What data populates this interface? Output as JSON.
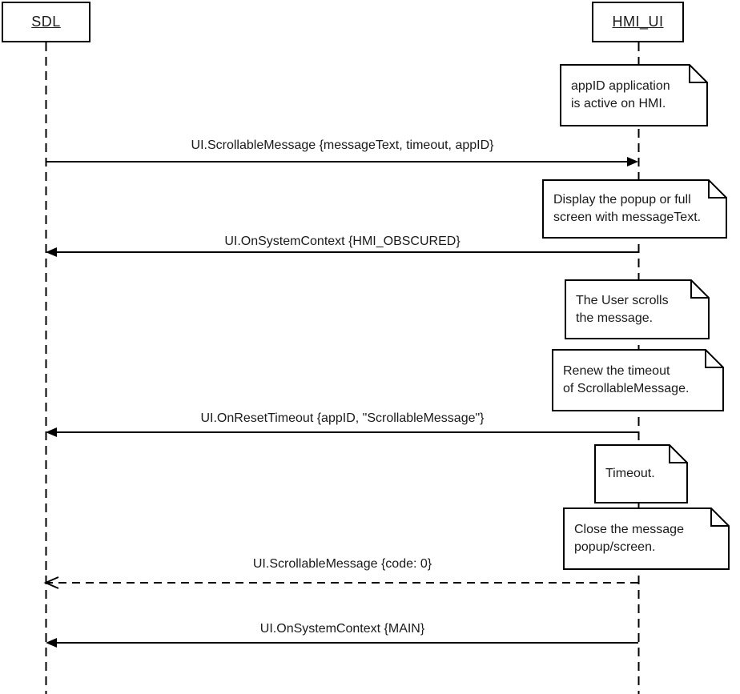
{
  "diagram": {
    "colors": {
      "line": "#000000",
      "text": "#1a1a1a",
      "background": "#ffffff"
    },
    "participants": [
      {
        "label": "SDL"
      },
      {
        "label": "HMI_UI"
      }
    ],
    "messages": [
      {
        "label": "UI.ScrollableMessage {messageText, timeout, appID}",
        "from": "SDL",
        "to": "HMI_UI",
        "line": "solid",
        "arrowhead": "filled"
      },
      {
        "label": "UI.OnSystemContext {HMI_OBSCURED}",
        "from": "HMI_UI",
        "to": "SDL",
        "line": "solid",
        "arrowhead": "filled"
      },
      {
        "label": "UI.OnResetTimeout {appID, \"ScrollableMessage\"}",
        "from": "HMI_UI",
        "to": "SDL",
        "line": "solid",
        "arrowhead": "filled"
      },
      {
        "label": "UI.ScrollableMessage {code: 0}",
        "from": "HMI_UI",
        "to": "SDL",
        "line": "dashed",
        "arrowhead": "open"
      },
      {
        "label": "UI.OnSystemContext {MAIN}",
        "from": "HMI_UI",
        "to": "SDL",
        "line": "solid",
        "arrowhead": "filled"
      }
    ],
    "notes": [
      {
        "text": "appID application\nis active on HMI."
      },
      {
        "text": "Display the popup or full\nscreen with messageText."
      },
      {
        "text": "The User scrolls\nthe message."
      },
      {
        "text": "Renew the timeout\nof ScrollableMessage."
      },
      {
        "text": "Timeout."
      },
      {
        "text": "Close the message\npopup/screen."
      }
    ]
  }
}
